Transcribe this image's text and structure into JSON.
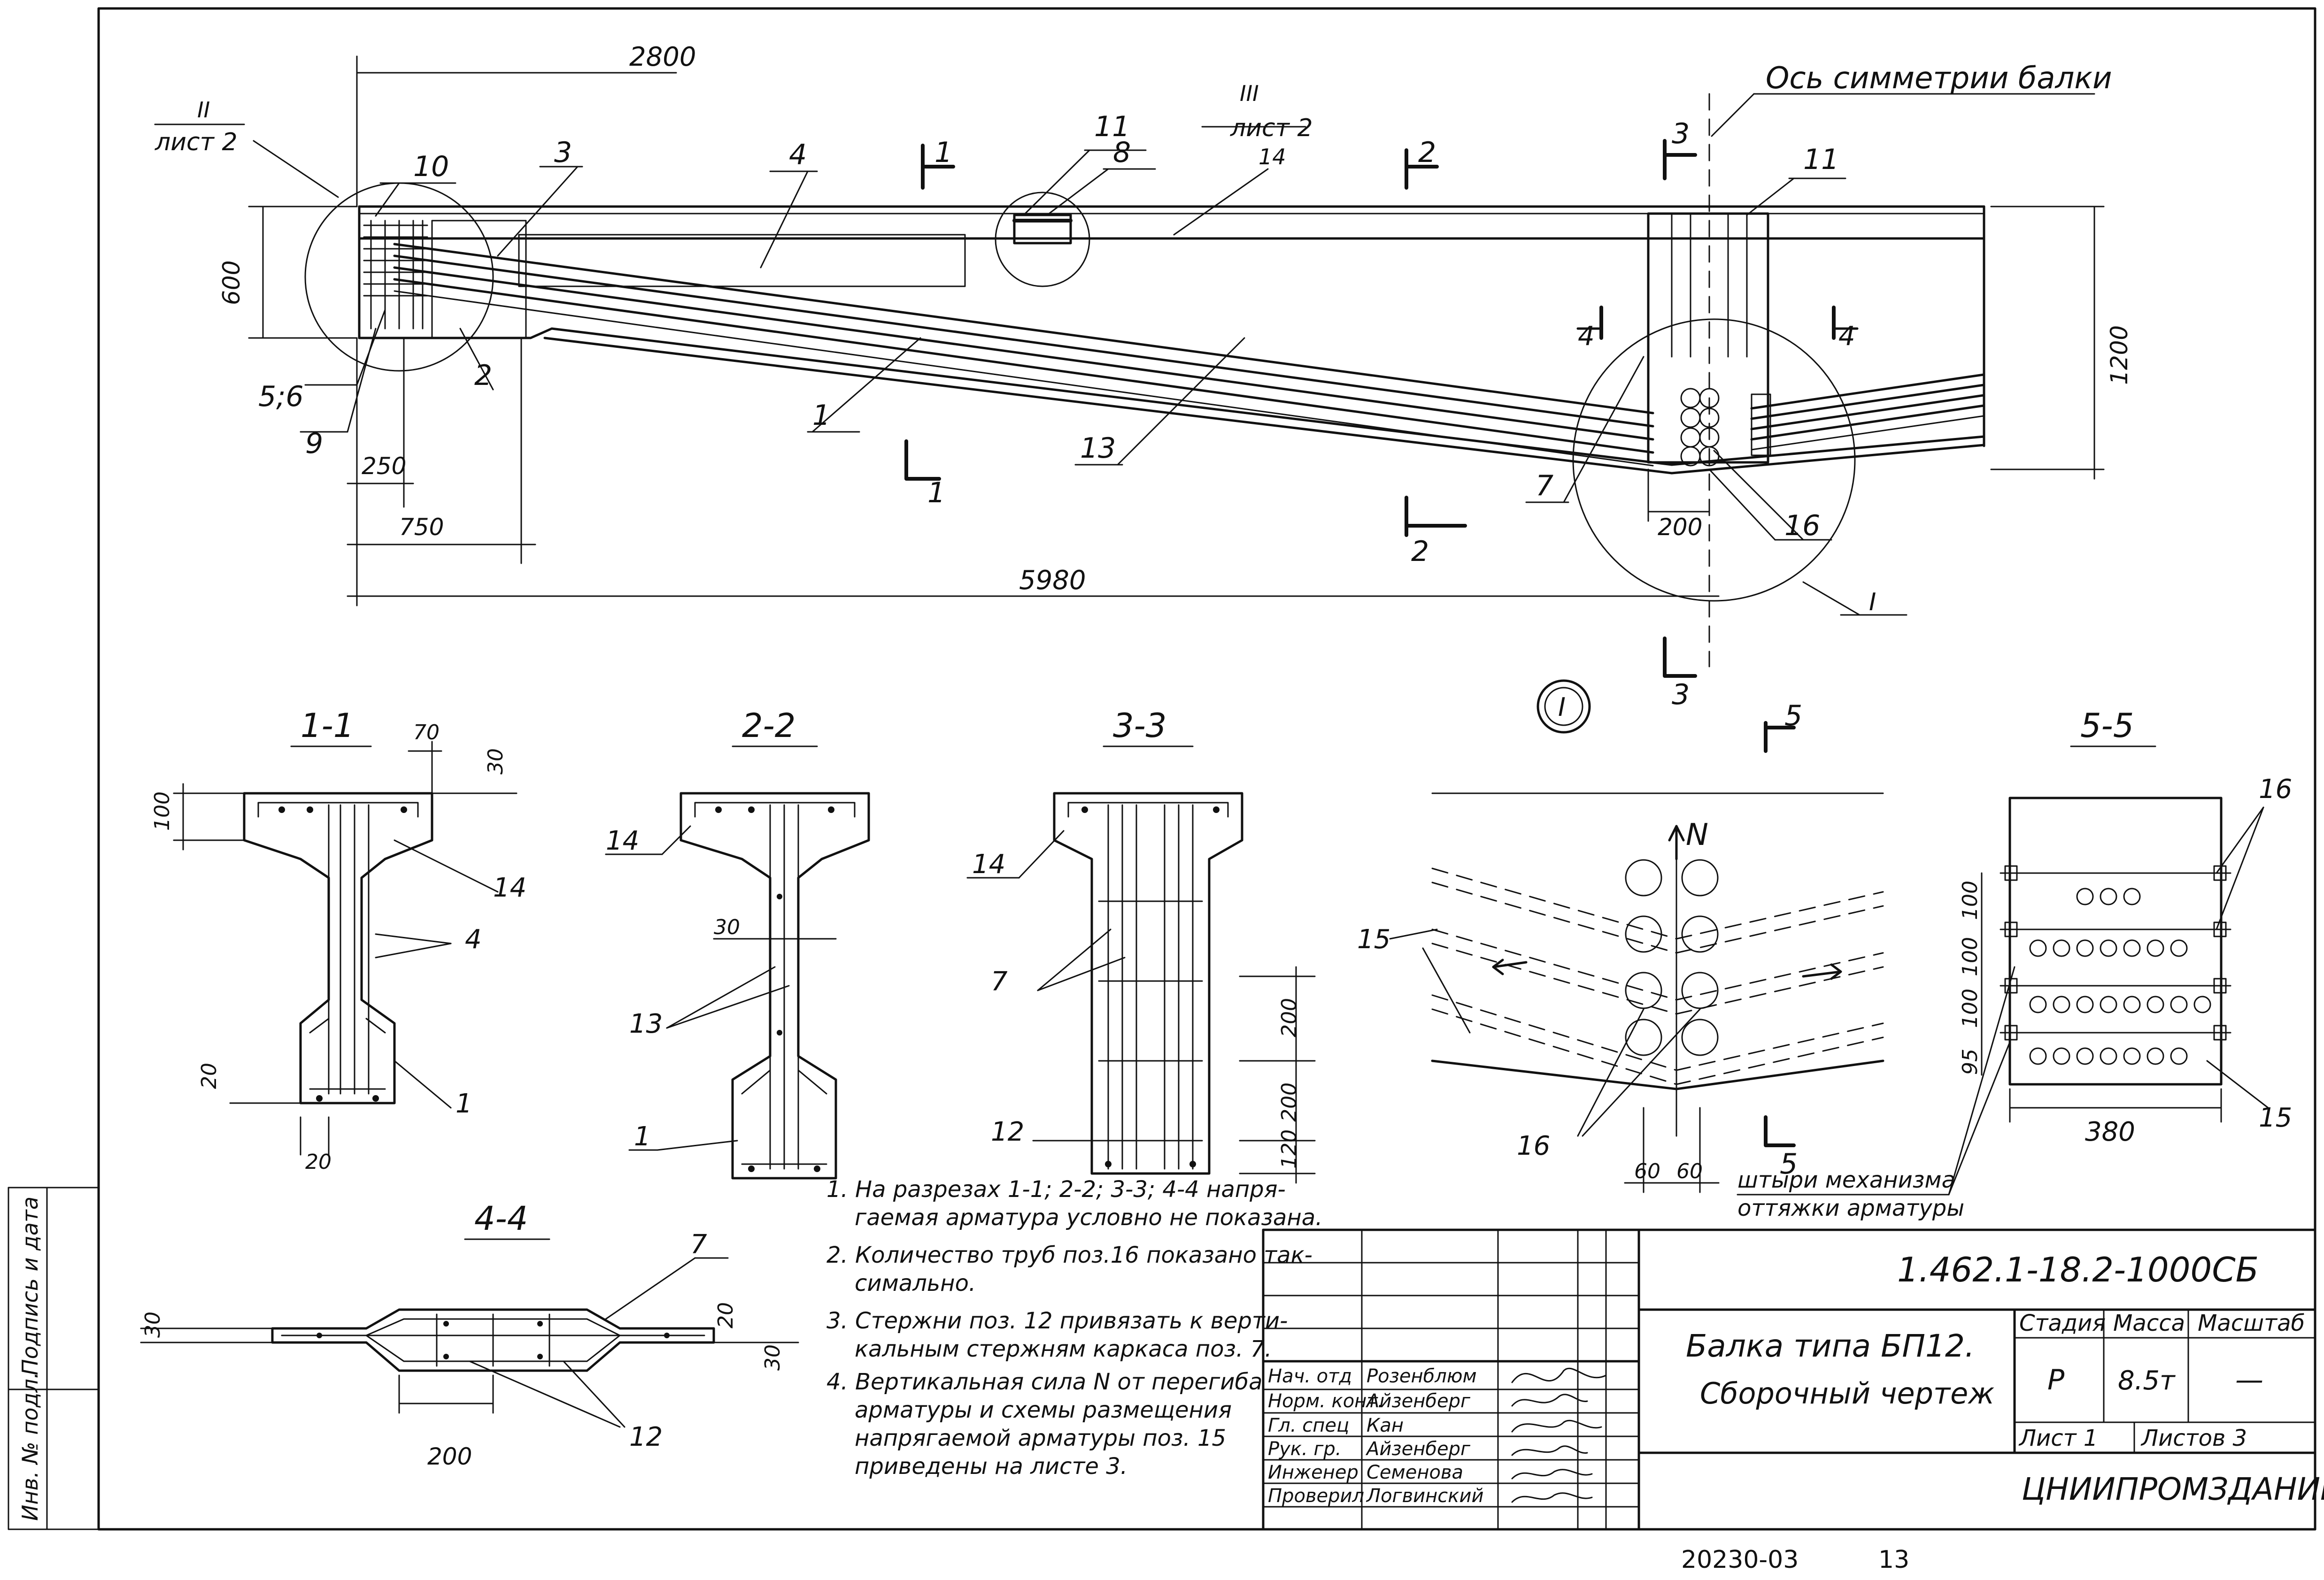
{
  "sheet": {
    "doc_code": "1.462.1-18.2-1000СБ",
    "title_line1": "Балка типа БП12.",
    "title_line2": "Сборочный чертеж",
    "org": "ЦНИИПРОМЗДАНИЙ",
    "stage_header": "Стадия",
    "mass_header": "Масса",
    "scale_header": "Масштаб",
    "stage": "Р",
    "mass": "8.5т",
    "scale": "—",
    "sheet_label": "Лист 1",
    "sheets_label": "Листов 3",
    "bottom_code": "20230-03",
    "bottom_page": "13",
    "side_labels": [
      "Инв. № подл.",
      "Подпись и дата"
    ],
    "signatures": [
      {
        "role": "Нач. отд",
        "name": "Розенблюм"
      },
      {
        "role": "Норм. конт.",
        "name": "Айзенберг"
      },
      {
        "role": "Гл. спец",
        "name": "Кан"
      },
      {
        "role": "Рук. гр.",
        "name": "Айзенберг"
      },
      {
        "role": "Инженер",
        "name": "Семенова"
      },
      {
        "role": "Проверил",
        "name": "Логвинский"
      }
    ]
  },
  "main_view": {
    "axis_label": "Ось симметрии балки",
    "dims": {
      "d2800": "2800",
      "d600": "600",
      "d250": "250",
      "d750": "750",
      "d5980": "5980",
      "d1200": "1200",
      "d200": "200"
    },
    "callouts": {
      "c3": "3",
      "c4": "4",
      "c10": "10",
      "c11a": "11",
      "c8": "8",
      "c14": "14",
      "c11b": "11",
      "c1": "1",
      "c13": "13",
      "c2": "2",
      "c56": "5;6",
      "c9": "9",
      "c7": "7",
      "c16": "16"
    },
    "node_refs": {
      "n2_num": "II",
      "n2_sheet": "лист 2",
      "n3_num": "III",
      "n3_sheet": "лист 2",
      "n1": "I"
    },
    "cuts": {
      "s1": "1",
      "s1b": "1",
      "s2": "2",
      "s2b": "2",
      "s3": "3",
      "s3b": "3",
      "s4a": "4",
      "s4b": "4"
    }
  },
  "sections": {
    "s11": {
      "title": "1-1",
      "d70": "70",
      "d30": "30",
      "d100": "100",
      "d20a": "20",
      "d20b": "20",
      "c14": "14",
      "c4": "4",
      "c1": "1"
    },
    "s22": {
      "title": "2-2",
      "c14": "14",
      "d30": "30",
      "c13": "13",
      "c1": "1"
    },
    "s33": {
      "title": "3-3",
      "c14": "14",
      "c7": "7",
      "d200a": "200",
      "d200b": "200",
      "d120": "120",
      "c12": "12"
    },
    "s44": {
      "title": "4-4",
      "c7": "7",
      "d30a": "30",
      "d20": "20",
      "d30b": "30",
      "d200": "200",
      "c12": "12"
    }
  },
  "node_detail": {
    "title": "I",
    "cut5": "5",
    "cut5b": "5",
    "force": "N",
    "c15": "15",
    "c16": "16",
    "d60a": "60",
    "d60b": "60",
    "pins_line1": "штыри механизма",
    "pins_line2": "оттяжки арматуры"
  },
  "section55": {
    "title": "5-5",
    "c16": "16",
    "c15": "15",
    "d100a": "100",
    "d100b": "100",
    "d100c": "100",
    "d95": "95",
    "d380": "380"
  },
  "notes": [
    "1. На разрезах 1-1; 2-2; 3-3; 4-4 напря-",
    "гаемая арматура условно не показана.",
    "2. Количество труб поз.16 показано так-",
    "симально.",
    "3. Стержни поз. 12 привязать к верти-",
    "кальным стержням каркаса поз. 7.",
    "4. Вертикальная сила N от перегиба",
    "арматуры и схемы размещения",
    "напрягаемой арматуры поз. 15",
    "приведены на листе 3."
  ]
}
